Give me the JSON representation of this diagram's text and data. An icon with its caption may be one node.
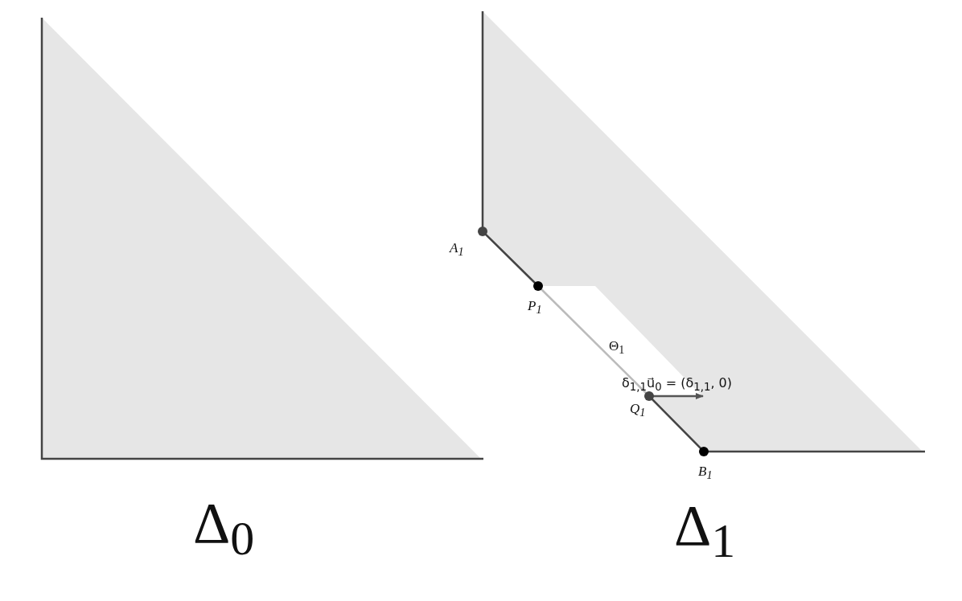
{
  "diagram": {
    "labels": [
      "A$_{1}$",
      "P$_{1}$",
      "Θ$_{1}$",
      "δ$_{1,1}$u⃗$_{0}$ = (δ$_{1,1}$, 0)",
      "Q$_{1}$",
      "B$_{1}$",
      "Δ$_{0}$",
      "Δ$_{1}$"
    ]
  }
}
